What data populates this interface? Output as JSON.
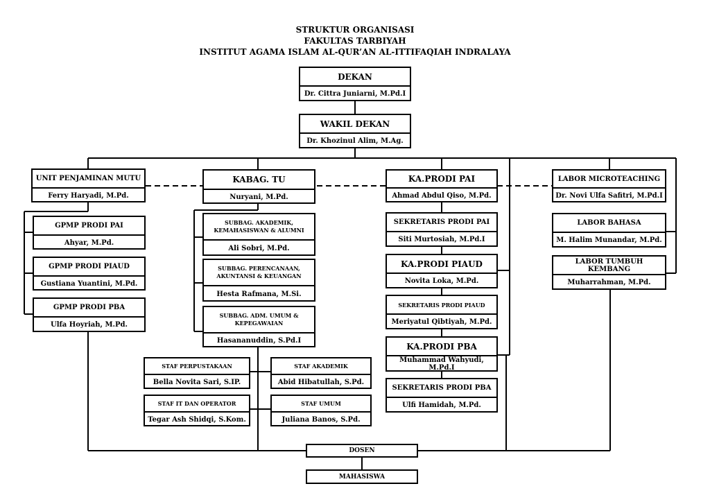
{
  "title": {
    "line1": "STRUKTUR ORGANISASI",
    "line2": "FAKULTAS TARBIYAH",
    "line3": "INSTITUT AGAMA ISLAM AL-QUR’AN AL-ITTIFAQIAH INDRALAYA"
  },
  "units": {
    "dekan": {
      "title": "DEKAN",
      "name": "Dr. Cittra Juniarni, M.Pd.I"
    },
    "wakil_dekan": {
      "title": "WAKIL DEKAN",
      "name": "Dr. Khozinul Alim, M.Ag."
    },
    "upm": {
      "title": "UNIT PENJAMINAN MUTU",
      "name": "Ferry Haryadi, M.Pd."
    },
    "gpmp_pai": {
      "title": "GPMP PRODI PAI",
      "name": "Ahyar, M.Pd."
    },
    "gpmp_piaud": {
      "title": "GPMP PRODI PIAUD",
      "name": "Gustiana Yuantini, M.Pd."
    },
    "gpmp_pba": {
      "title": "GPMP PRODI PBA",
      "name": "Ulfa Hoyriah, M.Pd."
    },
    "kabag_tu": {
      "title": "KABAG. TU",
      "name": "Nuryani, M.Pd."
    },
    "subbag_akademik": {
      "title": "SUBBAG. AKADEMIK, KEMAHASISWAN & ALUMNI",
      "name": "Ali Sobri, M.Pd."
    },
    "subbag_perencanaan": {
      "title": "SUBBAG. PERENCANAAN, AKUNTANSI & KEUANGAN",
      "name": "Hesta Rafmana, M.Si."
    },
    "subbag_adm": {
      "title": "SUBBAG. ADM. UMUM & KEPEGAWAIAN",
      "name": "Hasananuddin, S.Pd.I"
    },
    "staf_perpustakaan": {
      "title": "STAF PERPUSTAKAAN",
      "name": "Bella Novita Sari, S.IP."
    },
    "staf_akademik": {
      "title": "STAF AKADEMIK",
      "name": "Abid Hibatullah, S.Pd."
    },
    "staf_it": {
      "title": "STAF IT DAN OPERATOR",
      "name": "Tegar Ash Shidqi, S.Kom."
    },
    "staf_umum": {
      "title": "STAF UMUM",
      "name": "Juliana Banos, S.Pd."
    },
    "kaprodi_pai": {
      "title": "KA.PRODI PAI",
      "name": "Ahmad Abdul Qiso, M.Pd."
    },
    "sek_pai": {
      "title": "SEKRETARIS PRODI PAI",
      "name": "Siti Murtosiah, M.Pd.I"
    },
    "kaprodi_piaud": {
      "title": "KA.PRODI PIAUD",
      "name": "Novita Loka, M.Pd."
    },
    "sek_piaud": {
      "title": "SEKRETARIS PRODI PIAUD",
      "name": "Meriyatul Qibtiyah, M.Pd."
    },
    "kaprodi_pba": {
      "title": "KA.PRODI PBA",
      "name": "Muhammad Wahyudi, M.Pd.I"
    },
    "sek_pba": {
      "title": "SEKRETARIS PRODI PBA",
      "name": "Ulfi Hamidah, M.Pd."
    },
    "labor_micro": {
      "title": "LABOR MICROTEACHING",
      "name": "Dr. Novi Ulfa Safitri, M.Pd.I"
    },
    "labor_bahasa": {
      "title": "LABOR BAHASA",
      "name": "M. Halim Munandar, M.Pd."
    },
    "labor_tumbuh": {
      "title": "LABOR TUMBUH KEMBANG",
      "name": "Muharrahman, M.Pd."
    }
  },
  "dosen": "DOSEN",
  "mahasiswa": "MAHASISWA"
}
